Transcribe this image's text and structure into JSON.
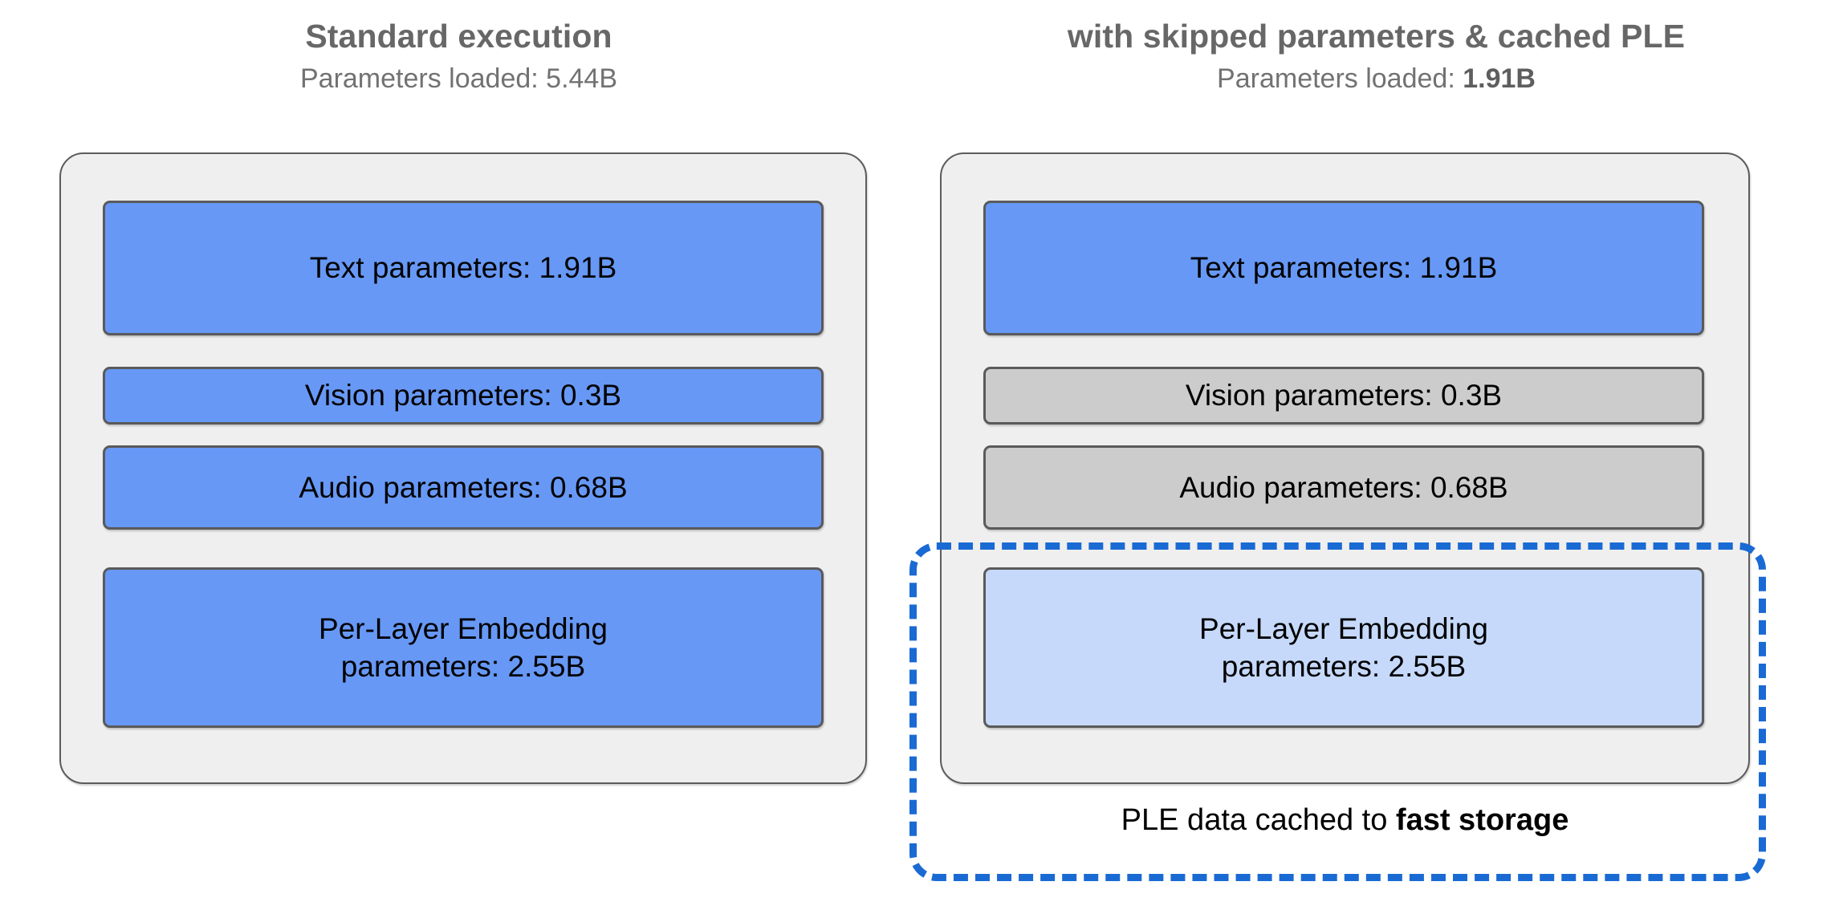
{
  "colors": {
    "blue_fill": "#6798f5",
    "light_blue_fill": "#c6d9fb",
    "grey_fill": "#cccccc",
    "card_bg": "#efefef",
    "card_border": "#5c5c5c",
    "dashed_accent": "#1a6ad4",
    "title_text": "#676767"
  },
  "panels": [
    {
      "id": "standard",
      "title": "Standard execution",
      "subtitle_prefix": "Parameters loaded: ",
      "subtitle_value": "5.44B",
      "subtitle_value_bold": false,
      "boxes": [
        {
          "label": "Text parameters: 1.91B",
          "state": "loaded",
          "fill": "#6798f5"
        },
        {
          "label": "Vision parameters: 0.3B",
          "state": "loaded",
          "fill": "#6798f5"
        },
        {
          "label": "Audio parameters: 0.68B",
          "state": "loaded",
          "fill": "#6798f5"
        },
        {
          "label_line1": "Per-Layer Embedding",
          "label_line2": "parameters: 2.55B",
          "state": "loaded",
          "fill": "#6798f5"
        }
      ]
    },
    {
      "id": "optimized",
      "title": "with skipped parameters & cached PLE",
      "subtitle_prefix": "Parameters loaded: ",
      "subtitle_value": "1.91B",
      "subtitle_value_bold": true,
      "boxes": [
        {
          "label": "Text parameters: 1.91B",
          "state": "loaded",
          "fill": "#6798f5"
        },
        {
          "label": "Vision parameters: 0.3B",
          "state": "skipped",
          "fill": "#cccccc"
        },
        {
          "label": "Audio parameters: 0.68B",
          "state": "skipped",
          "fill": "#cccccc"
        },
        {
          "label_line1": "Per-Layer Embedding",
          "label_line2": "parameters: 2.55B",
          "state": "cached",
          "fill": "#c6d9fb"
        }
      ]
    }
  ],
  "cache_region": {
    "caption_prefix": "PLE data cached to ",
    "caption_emphasis": "fast storage"
  }
}
